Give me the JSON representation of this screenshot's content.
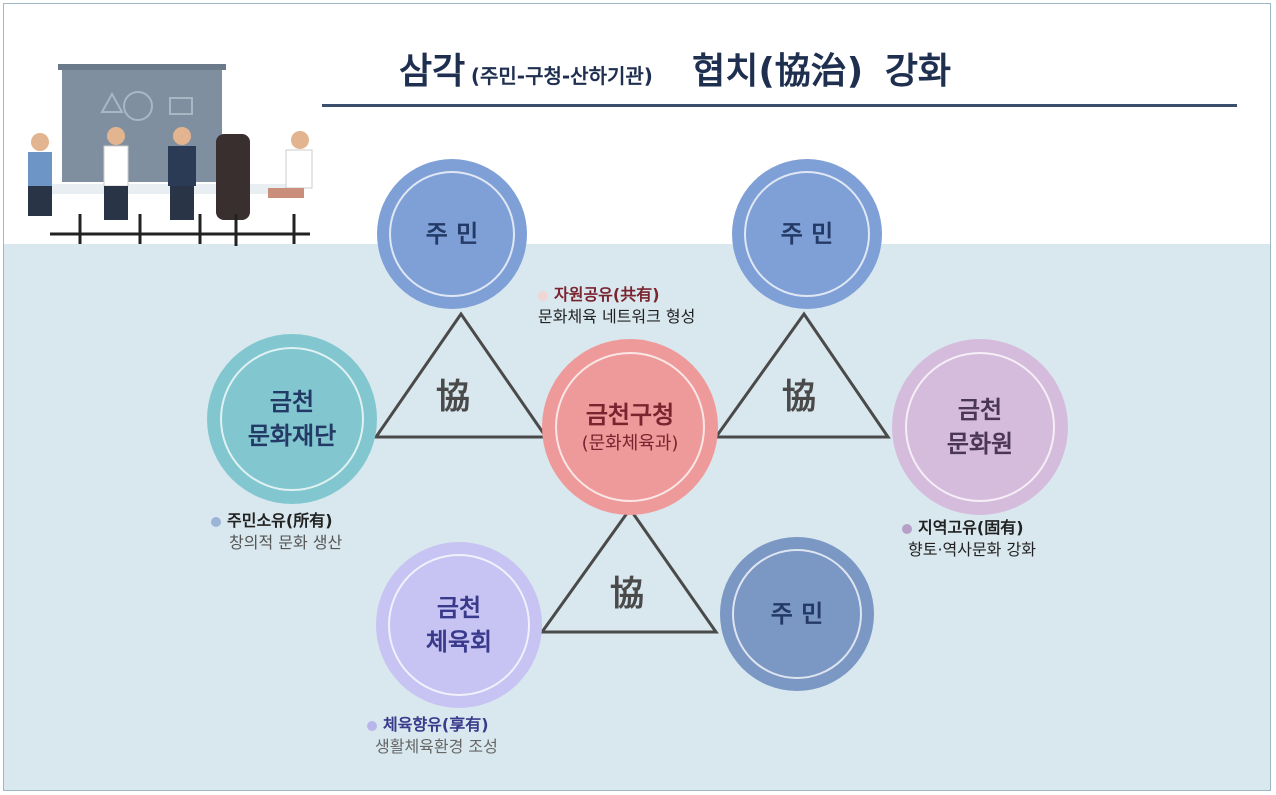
{
  "title": {
    "part1": "삼각",
    "part2": "(주민-구청-산하기관)",
    "part3": "협치(協治)",
    "part4": "강화"
  },
  "nodes": {
    "resident_top_left": "주  민",
    "resident_top_right": "주  민",
    "resident_bottom_right": "주  민",
    "foundation": [
      "금천",
      "문화재단"
    ],
    "center": [
      "금천구청",
      "(문화체육과)"
    ],
    "culture_center": [
      "금천",
      "문화원"
    ],
    "sports": [
      "금천",
      "체육회"
    ]
  },
  "triangle_char": "協",
  "notes": {
    "center": {
      "head": "자원공유(共有)",
      "body": "문화체육 네트워크 형성"
    },
    "foundation": {
      "head": "주민소유(所有)",
      "body": "창의적 문화 생산"
    },
    "culture_center": {
      "head": "지역고유(固有)",
      "body": "향토·역사문화 강화"
    },
    "sports": {
      "head": "체육향유(享有)",
      "body": "생활체육환경 조성"
    }
  },
  "colors": {
    "resident": "#7fa0d6",
    "foundation": "#82c7cf",
    "center": "#ef9a9a",
    "culture_center": "#d6bcdc",
    "sports": "#c7c3f2",
    "resident_bottom": "#7b97c4"
  }
}
